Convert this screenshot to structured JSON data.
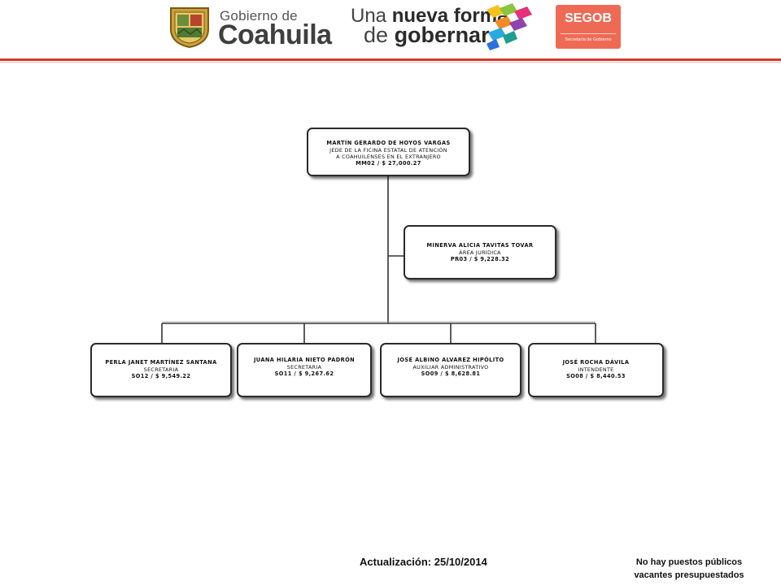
{
  "header": {
    "gobierno_de": "Gobierno de",
    "coahuila": "Coahuila",
    "slogan_line1_a": "Una",
    "slogan_line1_b": "nueva forma",
    "slogan_line2_a": "de",
    "slogan_line2_b": "gobernar",
    "segob_title": "SEGOB",
    "segob_subtitle": "Secretaría de Gobierno",
    "accent_color": "#d23a2e"
  },
  "org": {
    "root": {
      "name": "MARTÍN GERARDO DE HOYOS VARGAS",
      "role_line1": "JEDE DE LA FICINA ESTATAL DE ATENCIÓN",
      "role_line2": "A COAHUILENSES EN EL EXTRANJERO",
      "salary": "MM02 / $ 27,000.27"
    },
    "assistant": {
      "name": "MINERVA ALICIA TAVITAS TOVAR",
      "role": "ÁREA JURÍDICA",
      "salary": "PR03 / $ 9,228.32"
    },
    "staff": [
      {
        "name": "PERLA JANET MARTÍNEZ SANTANA",
        "role": "SECRETARIA",
        "salary": "SO12 / $ 9,549.22"
      },
      {
        "name": "JUANA HILARIA NIETO PADRÓN",
        "role": "SECRETARIA",
        "salary": "SO11 / $ 9,267.62"
      },
      {
        "name": "JOSÉ ALBINO ALVAREZ HIPÓLITO",
        "role": "AUXILIAR ADMINISTRATIVO",
        "salary": "SO09 / $ 8,628.81"
      },
      {
        "name": "JOSÉ ROCHA DÁVILA",
        "role": "INTENDENTE",
        "salary": "SO08 / $ 8,440.53"
      }
    ]
  },
  "footer": {
    "update_label": "Actualización:",
    "update_date": "25/10/2014",
    "vacancies_line1": "No hay puestos públicos",
    "vacancies_line2": "vacantes presupuestados"
  }
}
